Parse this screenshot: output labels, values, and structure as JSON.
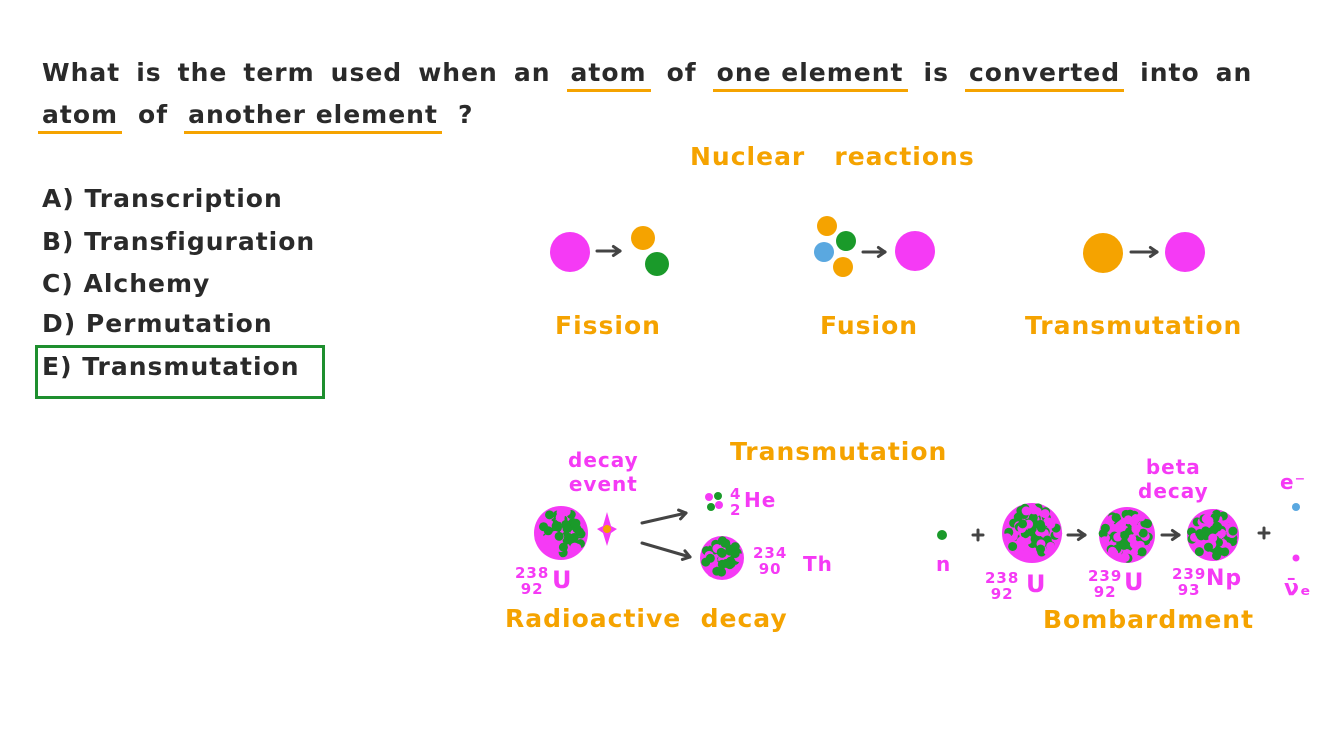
{
  "question": {
    "line1": [
      {
        "text": "What",
        "u": false
      },
      {
        "text": "is",
        "u": false
      },
      {
        "text": "the",
        "u": false
      },
      {
        "text": "term",
        "u": false
      },
      {
        "text": "used",
        "u": false
      },
      {
        "text": "when",
        "u": false
      },
      {
        "text": "an",
        "u": false
      },
      {
        "text": "atom",
        "u": true
      },
      {
        "text": "of",
        "u": false
      },
      {
        "text": "one element",
        "u": true
      },
      {
        "text": "is",
        "u": false
      },
      {
        "text": "converted",
        "u": true
      },
      {
        "text": "into",
        "u": false
      },
      {
        "text": "an",
        "u": false
      }
    ],
    "line2": [
      {
        "text": "atom",
        "u": true
      },
      {
        "text": "of",
        "u": false
      },
      {
        "text": "another element",
        "u": true
      },
      {
        "text": "?",
        "u": false
      }
    ]
  },
  "options": [
    {
      "label": "A)  Transcription",
      "correct": false
    },
    {
      "label": "B)  Transfiguration",
      "correct": false
    },
    {
      "label": "C)  Alchemy",
      "correct": false
    },
    {
      "label": "D)  Permutation",
      "correct": false
    },
    {
      "label": "E)  Transmutation",
      "correct": true
    }
  ],
  "nuclear": {
    "heading": "Nuclear   reactions",
    "fission": "Fission",
    "fusion": "Fusion",
    "transmutation": "Transmutation"
  },
  "bottom": {
    "heading": "Transmutation",
    "decay_event": "decay\nevent",
    "he_mass": "4",
    "he_atomic": "2",
    "he_symbol": "He",
    "u_mass": "238",
    "u_atomic": "92",
    "u_symbol": "U",
    "th_mass": "234",
    "th_atomic": "90",
    "th_symbol": "Th",
    "radioactive_decay": "Radioactive  decay",
    "n_label": "n",
    "beta_decay": "beta\ndecay",
    "u239_mass": "239",
    "u239_atomic": "92",
    "u239_symbol": "U",
    "np_mass": "239",
    "np_atomic": "93",
    "np_symbol": "Np",
    "electron": "e⁻",
    "antineutrino": "ν̄ₑ",
    "bombardment": "Bombardment"
  },
  "colors": {
    "orange": "#f5a300",
    "magenta": "#f53af5",
    "green": "#1a9a2a",
    "blue": "#5aa8e0",
    "correct_box": "#1e8f2e",
    "arrow": "#444444"
  }
}
